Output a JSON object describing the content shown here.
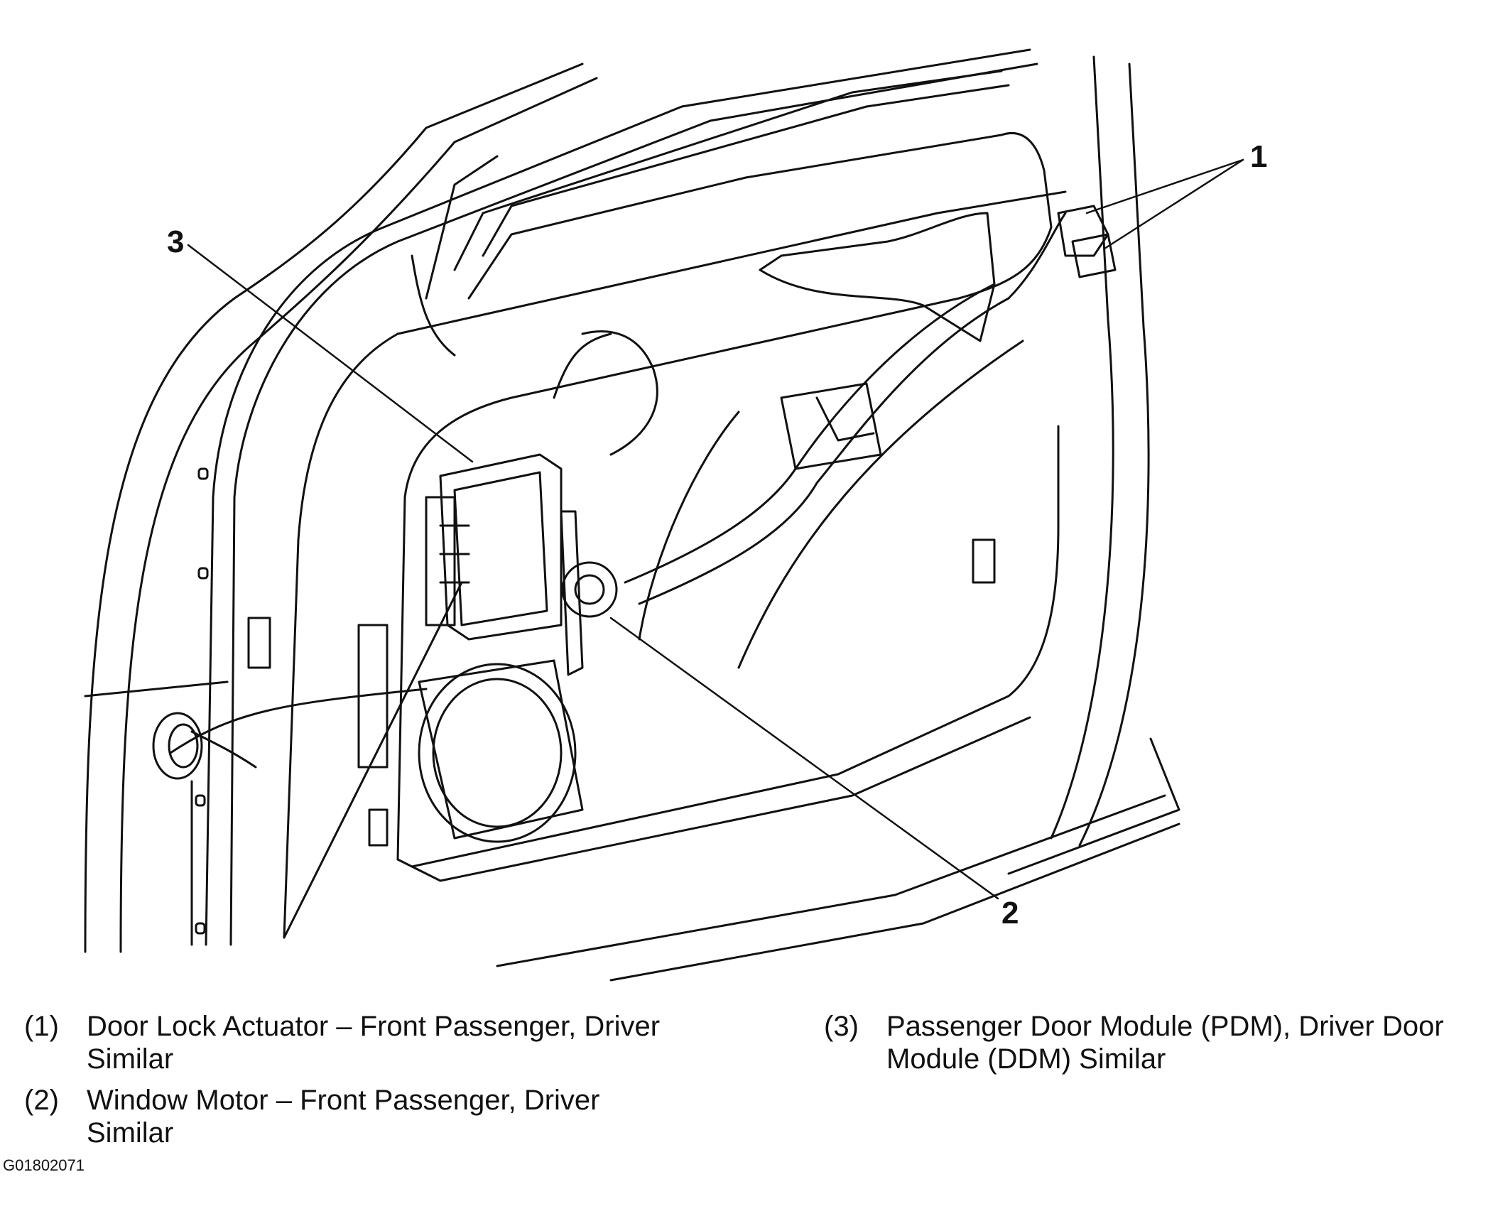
{
  "callouts": [
    "1",
    "2",
    "3"
  ],
  "legend": [
    {
      "num": "(1)",
      "text": "Door Lock Actuator – Front Passenger, Driver Similar"
    },
    {
      "num": "(2)",
      "text": "Window Motor – Front Passenger, Driver Similar"
    },
    {
      "num": "(3)",
      "text": "Passenger Door Module (PDM), Driver Door Module (DDM) Similar"
    }
  ],
  "figure_code": "G01802071",
  "colors": {
    "line": "#111111",
    "background": "#ffffff"
  }
}
